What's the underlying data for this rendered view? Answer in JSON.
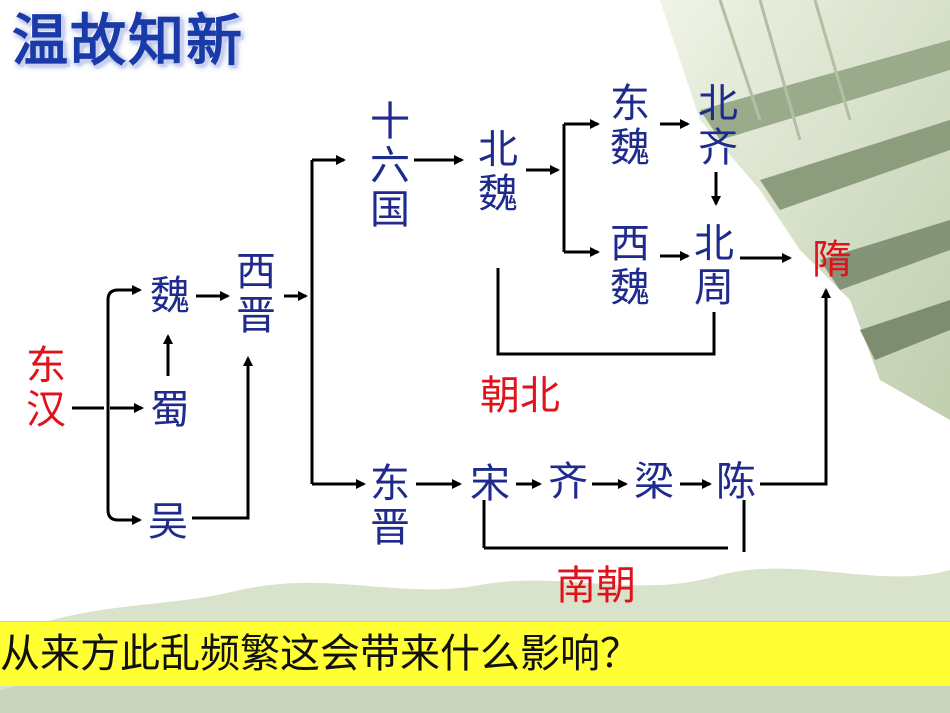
{
  "title": "温故知新",
  "nodes": {
    "donghan": "东汉",
    "wei": "魏",
    "shu": "蜀",
    "wu": "吴",
    "xijin": "西晋",
    "shiliuguo": "十六国",
    "beiwei": "北魏",
    "dongwei": "东魏",
    "xiwei": "西魏",
    "beiqi": "北齐",
    "beizhou": "北周",
    "sui": "隋",
    "dongjin": "东晋",
    "song": "宋",
    "qi": "齐",
    "liang": "梁",
    "chen": "陈"
  },
  "groups": {
    "north": "朝北",
    "south": "南朝"
  },
  "question": "从来方此乱频繁这会带来什么影响？",
  "colors": {
    "node_text": "#1e2a8c",
    "highlight_text": "#e0121c",
    "title": "#1a3aa8",
    "banner_bg": "#ffff33"
  }
}
